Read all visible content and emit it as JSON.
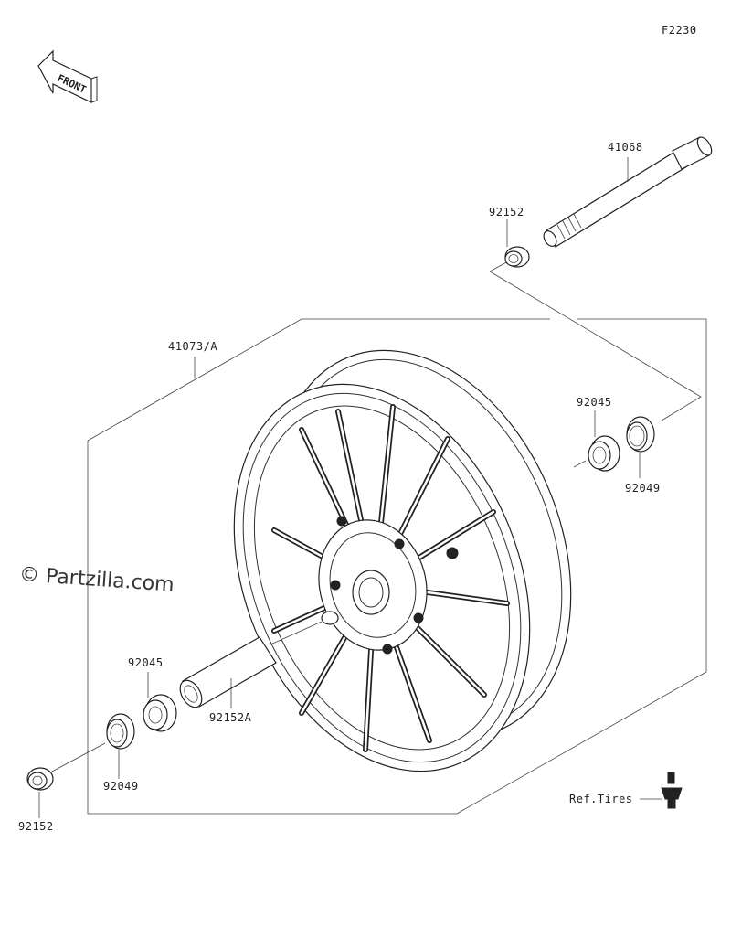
{
  "figure_code": "F2230",
  "front_arrow": {
    "text": "FRONT"
  },
  "watermark": "© Partzilla.com",
  "parts": {
    "axle": "41068",
    "wheel_assembly": "41073/A",
    "collar_top": "92152",
    "bearing_right": "92045",
    "seal_right": "92049",
    "bearing_left": "92045",
    "seal_left": "92049",
    "spacer_center": "92152A",
    "collar_bottom": "92152",
    "valve_ref": "Ref.Tires"
  }
}
